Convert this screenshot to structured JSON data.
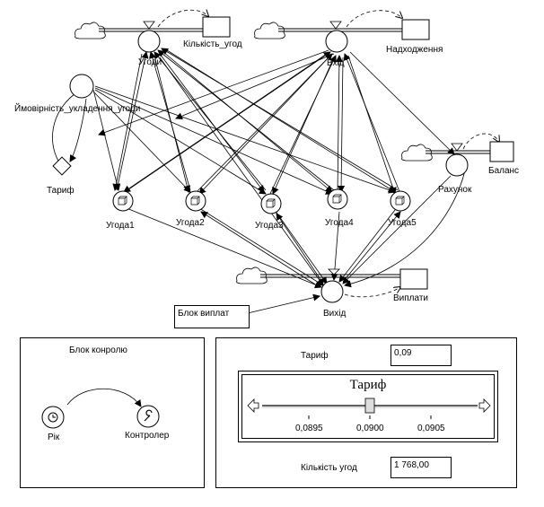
{
  "stocks": {
    "deals_count": "Кількість_угод",
    "income": "Надходження",
    "balance": "Баланс",
    "payouts": "Виплати"
  },
  "flows": {
    "deals": "Угоди",
    "entry": "Вхід",
    "account": "Рахунок",
    "exit": "Вихід"
  },
  "auxiliaries": {
    "probability": "Ймовірність_укладення_угоди",
    "tariff": "Тариф"
  },
  "agents": [
    "Угода1",
    "Угода2",
    "Угода3",
    "Угода4",
    "Угода5"
  ],
  "payout_block": "Блок виплат",
  "control_panel": {
    "title": "Блок конролю",
    "year": "Рік",
    "controller": "Контролер"
  },
  "params_panel": {
    "tariff_label": "Тариф",
    "tariff_value": "0,09",
    "slider_title": "Тариф",
    "slider_ticks": [
      "0,0895",
      "0,0900",
      "0,0905"
    ],
    "slider_value": 0.09,
    "slider_min": 0.089,
    "slider_max": 0.091,
    "deals_label": "Кількість угод",
    "deals_value": "1 768,00"
  }
}
